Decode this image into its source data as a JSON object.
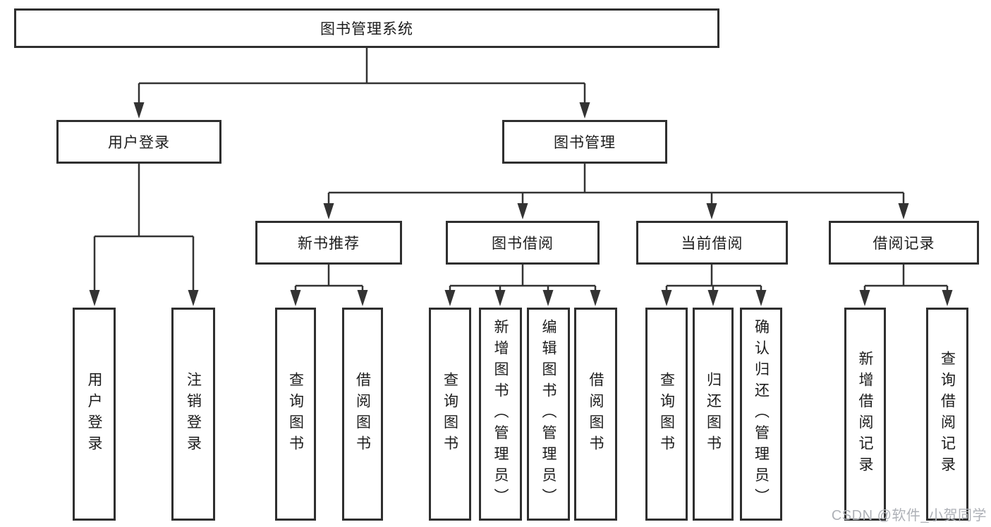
{
  "nodes": {
    "root": "图书管理系统",
    "user_login": "用户登录",
    "book_mgmt": "图书管理",
    "new_book_rec": "新书推荐",
    "book_borrow": "图书借阅",
    "current_borrow": "当前借阅",
    "borrow_record": "借阅记录",
    "leaf_user_login": "用户登录",
    "leaf_logout": "注销登录",
    "leaf_rec_query": "查询图书",
    "leaf_rec_borrow": "借阅图书",
    "leaf_bb_query": "查询图书",
    "leaf_bb_add": "新增图书（管理员）",
    "leaf_bb_edit": "编辑图书（管理员）",
    "leaf_bb_borrow": "借阅图书",
    "leaf_cb_query": "查询图书",
    "leaf_cb_return": "归还图书",
    "leaf_cb_confirm": "确认归还（管理员）",
    "leaf_br_add": "新增借阅记录",
    "leaf_br_query": "查询借阅记录"
  },
  "colors": {
    "line": "#333333",
    "box_border": "#2f2f2f",
    "text": "#1c1c1c",
    "watermark": "#aeb1b7"
  },
  "watermark": "CSDN @软件_小贺同学"
}
